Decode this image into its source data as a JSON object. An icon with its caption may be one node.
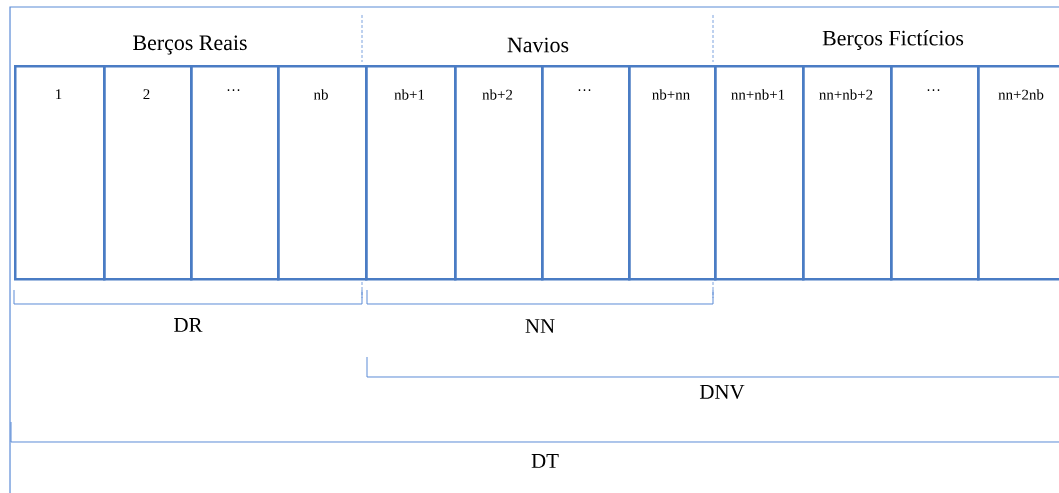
{
  "diagram": {
    "nodes": [
      {
        "text": [
          "1"
        ]
      },
      {
        "text": [
          "2"
        ]
      },
      {
        "text": [
          "…"
        ]
      },
      {
        "text": [
          "nb"
        ]
      },
      {
        "text": [
          "nb+1"
        ]
      },
      {
        "text": [
          "nb+2"
        ]
      },
      {
        "text": [
          "…"
        ]
      },
      {
        "text": [
          "nb+nn"
        ]
      },
      {
        "text": [
          "nn+nb+1"
        ]
      },
      {
        "text": [
          "nn+nb+2"
        ]
      },
      {
        "text": [
          "…"
        ]
      },
      {
        "text": [
          "nn+2nb"
        ]
      }
    ],
    "labels": [
      "Berços Reais",
      "Navios",
      "Berços Fictícios",
      "DR",
      "NN",
      "DNV",
      "DT"
    ]
  }
}
